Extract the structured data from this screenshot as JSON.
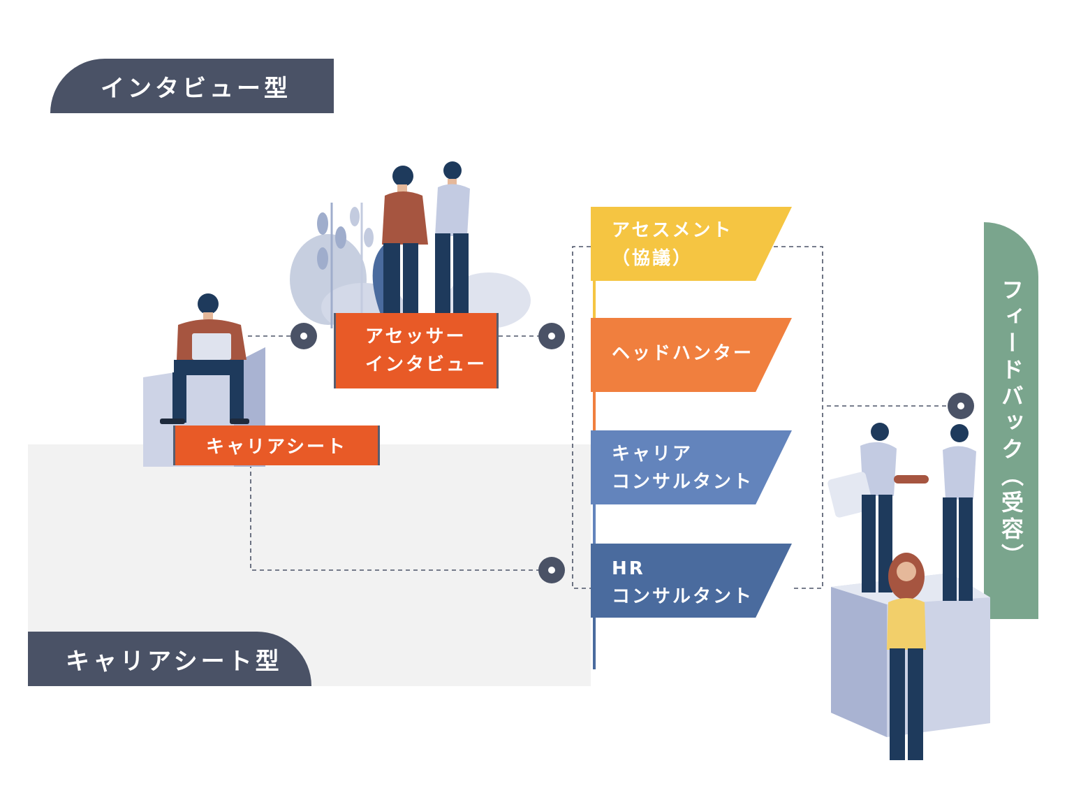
{
  "labels": {
    "interview_type": "インタビュー型",
    "career_sheet_type": "キャリアシート型",
    "assessor_interview": [
      "アセッサー",
      "インタビュー"
    ],
    "career_sheet": "キャリアシート",
    "feedback": "フィードバック（受容）"
  },
  "flags": [
    {
      "lines": [
        "アセスメント",
        "（協議）"
      ],
      "color": "#f5c542"
    },
    {
      "lines": [
        "ヘッドハンター"
      ],
      "color": "#f07f3e"
    },
    {
      "lines": [
        "キャリア",
        "コンサルタント"
      ],
      "color": "#6384bc"
    },
    {
      "lines": [
        "HR",
        "コンサルタント"
      ],
      "color": "#4a6b9e"
    }
  ],
  "colors": {
    "dark_pill": "#4a5266",
    "orange_box": "#e85a27",
    "feedback_green": "#7aa58d",
    "band_gray": "#f2f2f2"
  },
  "icons": [
    "person-with-laptop-icon",
    "two-men-talking-icon",
    "plant-decoration-icon",
    "handshake-group-icon"
  ]
}
